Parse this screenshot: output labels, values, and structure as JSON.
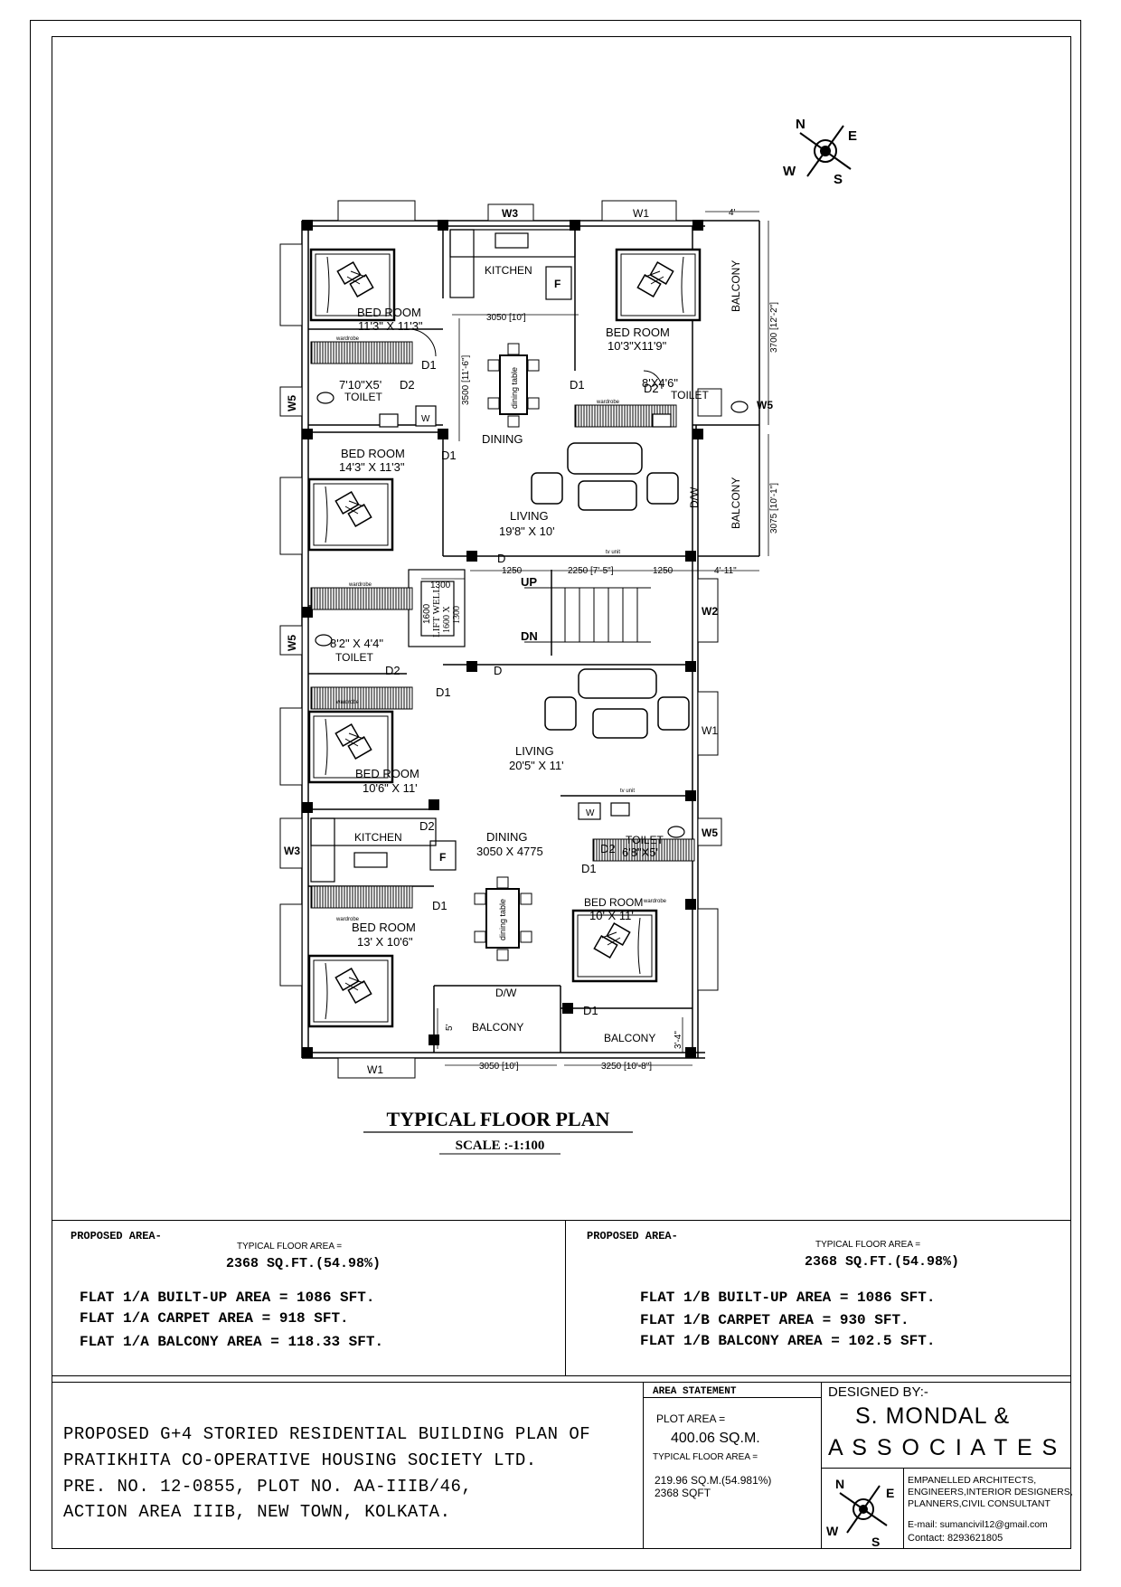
{
  "plan": {
    "title": "TYPICAL FLOOR PLAN",
    "scale": "SCALE :-1:100"
  },
  "compass": {
    "n": "N",
    "e": "E",
    "s": "S",
    "w": "W"
  },
  "rooms": {
    "bed1_name": "BED ROOM",
    "bed1_size": "11'3\" X 11'3\"",
    "kitchen1": "KITCHEN",
    "fridge": "F",
    "bed2_name": "BED ROOM",
    "bed2_size": "10'3\"X11'9\"",
    "balcony1": "BALCONY",
    "toilet1_size": "7'10\"X5'",
    "toilet1": "TOILET",
    "toilet2_size": "8'X4'6\"",
    "toilet2": "TOILET",
    "dining1": "DINING",
    "dining_table": "dining table",
    "bed3_name": "BED ROOM",
    "bed3_size": "14'3\" X 11'3\"",
    "living1": "LIVING",
    "living1_size": "19'8\" X 10'",
    "balcony2": "BALCONY",
    "dw": "D/W",
    "lift1": "LIFT WELL",
    "lift2": "1600 X",
    "lift3": "1300",
    "up": "UP",
    "dn": "DN",
    "toilet3_size": "8'2\" X 4'4\"",
    "toilet3": "TOILET",
    "living2": "LIVING",
    "living2_size": "20'5\" X 11'",
    "bed4_name": "BED ROOM",
    "bed4_size": "10'6\" X 11'",
    "kitchen2": "KITCHEN",
    "dining2": "DINING",
    "dining2_size": "3050 X 4775",
    "toilet4": "TOILET",
    "toilet4_size": "6'8\"X5'",
    "bed5_name": "BED ROOM",
    "bed5_size": "10' X 11'",
    "bed6_name": "BED ROOM",
    "bed6_size": "13' X 10'6\"",
    "balcony3": "BALCONY",
    "balcony4": "BALCONY",
    "wardrobe": "wardrobe",
    "tv_unit": "tv unit",
    "washer": "W"
  },
  "doors": {
    "d1": "D1",
    "d2": "D2",
    "d": "D"
  },
  "windows": {
    "w1": "W1",
    "w2": "W2",
    "w3": "W3",
    "w5": "W5"
  },
  "dims": {
    "d_3050": "3050 [10']",
    "d_3500": "3500 [11'-6\"]",
    "d_4": "4'",
    "d_3700": "3700 [12'-2\"]",
    "d_3075": "3075 [10'-1\"]",
    "d_1250": "1250",
    "d_2250": "2250 [7'-5\"]",
    "d_4_11": "4'-11\"",
    "d_1300": "1300",
    "d_1600": "1600",
    "d_3250": "3250 [10'-8\"]",
    "d_3_4": "3'-4\"",
    "d_5": "5'"
  },
  "area": {
    "left_heading": "PROPOSED AREA-",
    "left_typical": "TYPICAL FLOOR AREA =",
    "left_typical_value": "2368 SQ.FT.(54.98%)",
    "left_lines": [
      "FLAT 1/A BUILT-UP AREA = 1086 SFT.",
      "FLAT 1/A CARPET AREA = 918 SFT.",
      "FLAT 1/A BALCONY AREA = 118.33 SFT."
    ],
    "right_heading": "PROPOSED AREA-",
    "right_typical": "TYPICAL FLOOR AREA =",
    "right_typical_value": "2368 SQ.FT.(54.98%)",
    "right_lines": [
      "FLAT 1/B BUILT-UP AREA = 1086 SFT.",
      "FLAT 1/B CARPET AREA = 930 SFT.",
      "FLAT 1/B BALCONY AREA = 102.5 SFT."
    ]
  },
  "title_block": {
    "project_lines": [
      "PROPOSED G+4 STORIED RESIDENTIAL BUILDING PLAN OF",
      "PRATIKHITA  CO-OPERATIVE HOUSING SOCIETY LTD.",
      "PRE. NO. 12-0855, PLOT NO. AA-IIIB/46,",
      "ACTION AREA IIIB, NEW TOWN, KOLKATA."
    ],
    "area_statement": "AREA STATEMENT",
    "plot_area_label": "PLOT AREA =",
    "plot_area_value": "400.06 SQ.M.",
    "typical_label": "TYPICAL FLOOR AREA =",
    "typical_value_1": "219.96 SQ.M.(54.981%)",
    "typical_value_2": "2368 SQFT",
    "designed_by": "DESIGNED BY:-",
    "firm_line1": "S. MONDAL &",
    "firm_line2": "A S S O C I A T E S",
    "firm_desc": [
      "EMPANELLED ARCHITECTS,",
      "ENGINEERS,INTERIOR DESIGNERS,",
      "PLANNERS,CIVIL CONSULTANT"
    ],
    "email": "E-mail: sumancivil12@gmail.com",
    "contact": "Contact: 8293621805"
  }
}
